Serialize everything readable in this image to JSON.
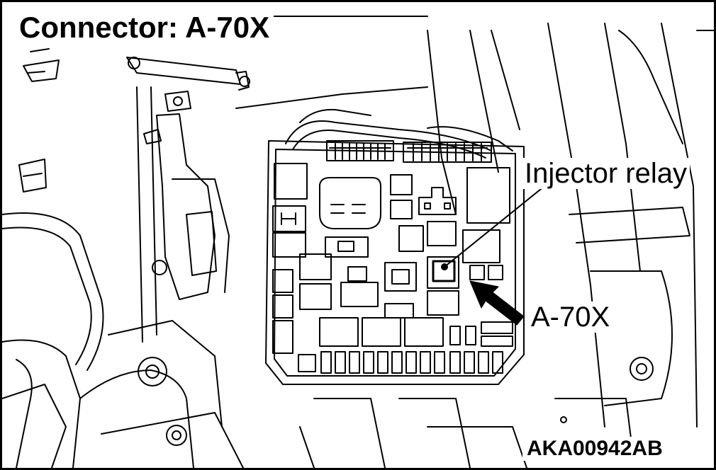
{
  "title": "Connector: A-70X",
  "callouts": {
    "injector_relay": "Injector relay",
    "connector": "A-70X"
  },
  "figure_code": "AKA00942AB",
  "colors": {
    "line": "#000000",
    "background": "#ffffff"
  }
}
